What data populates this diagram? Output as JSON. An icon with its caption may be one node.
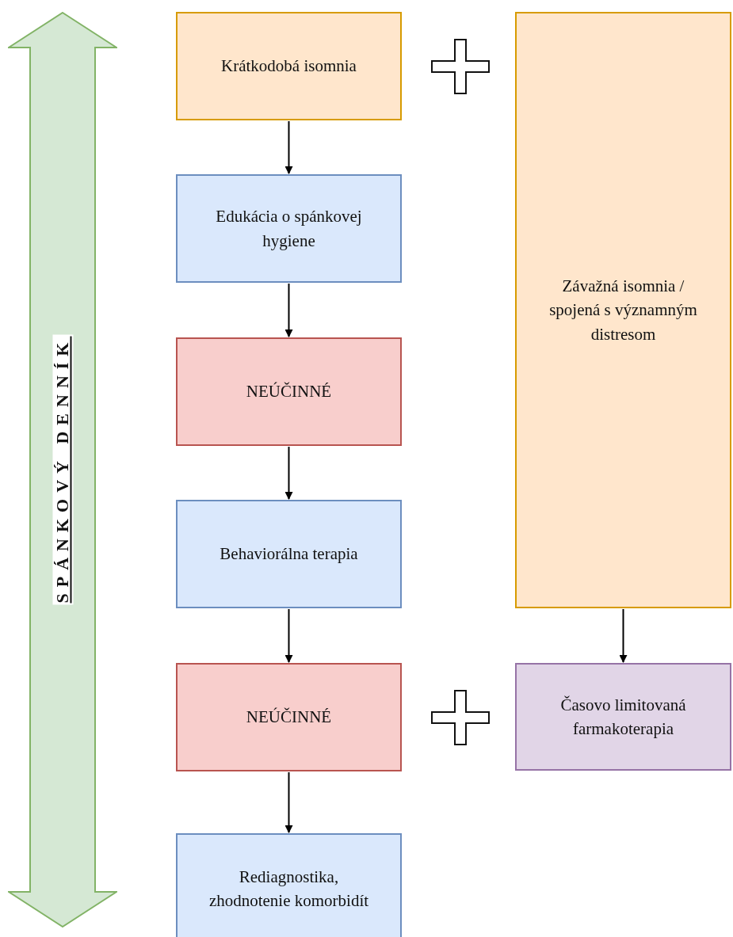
{
  "diagram": {
    "nodes": [
      {
        "text": [
          "SPÁNKOVÝ DENNÍK"
        ]
      },
      {
        "text": [
          "Krátkodobá isomnia"
        ]
      },
      {
        "text": [
          "Závažná isomnia / spojená s významným distresom"
        ]
      },
      {
        "text": [
          "Edukácia o spánkovej hygiene"
        ]
      },
      {
        "text": [
          "NEÚČINNÉ"
        ]
      },
      {
        "text": [
          "Behaviorálna terapia"
        ]
      },
      {
        "text": [
          "NEÚČINNÉ"
        ]
      },
      {
        "text": [
          "Časovo limitovaná farmakoterapia"
        ]
      },
      {
        "text": [
          "Rediagnostika, zhodnotenie komorbidít"
        ]
      }
    ],
    "edges": [
      {
        "from": 1,
        "to": 3,
        "arrow": "to"
      },
      {
        "from": 3,
        "to": 4,
        "arrow": "to"
      },
      {
        "from": 4,
        "to": 5,
        "arrow": "to"
      },
      {
        "from": 5,
        "to": 6,
        "arrow": "to"
      },
      {
        "from": 6,
        "to": 8,
        "arrow": "to"
      },
      {
        "from": 2,
        "to": 7,
        "arrow": "to"
      }
    ]
  }
}
